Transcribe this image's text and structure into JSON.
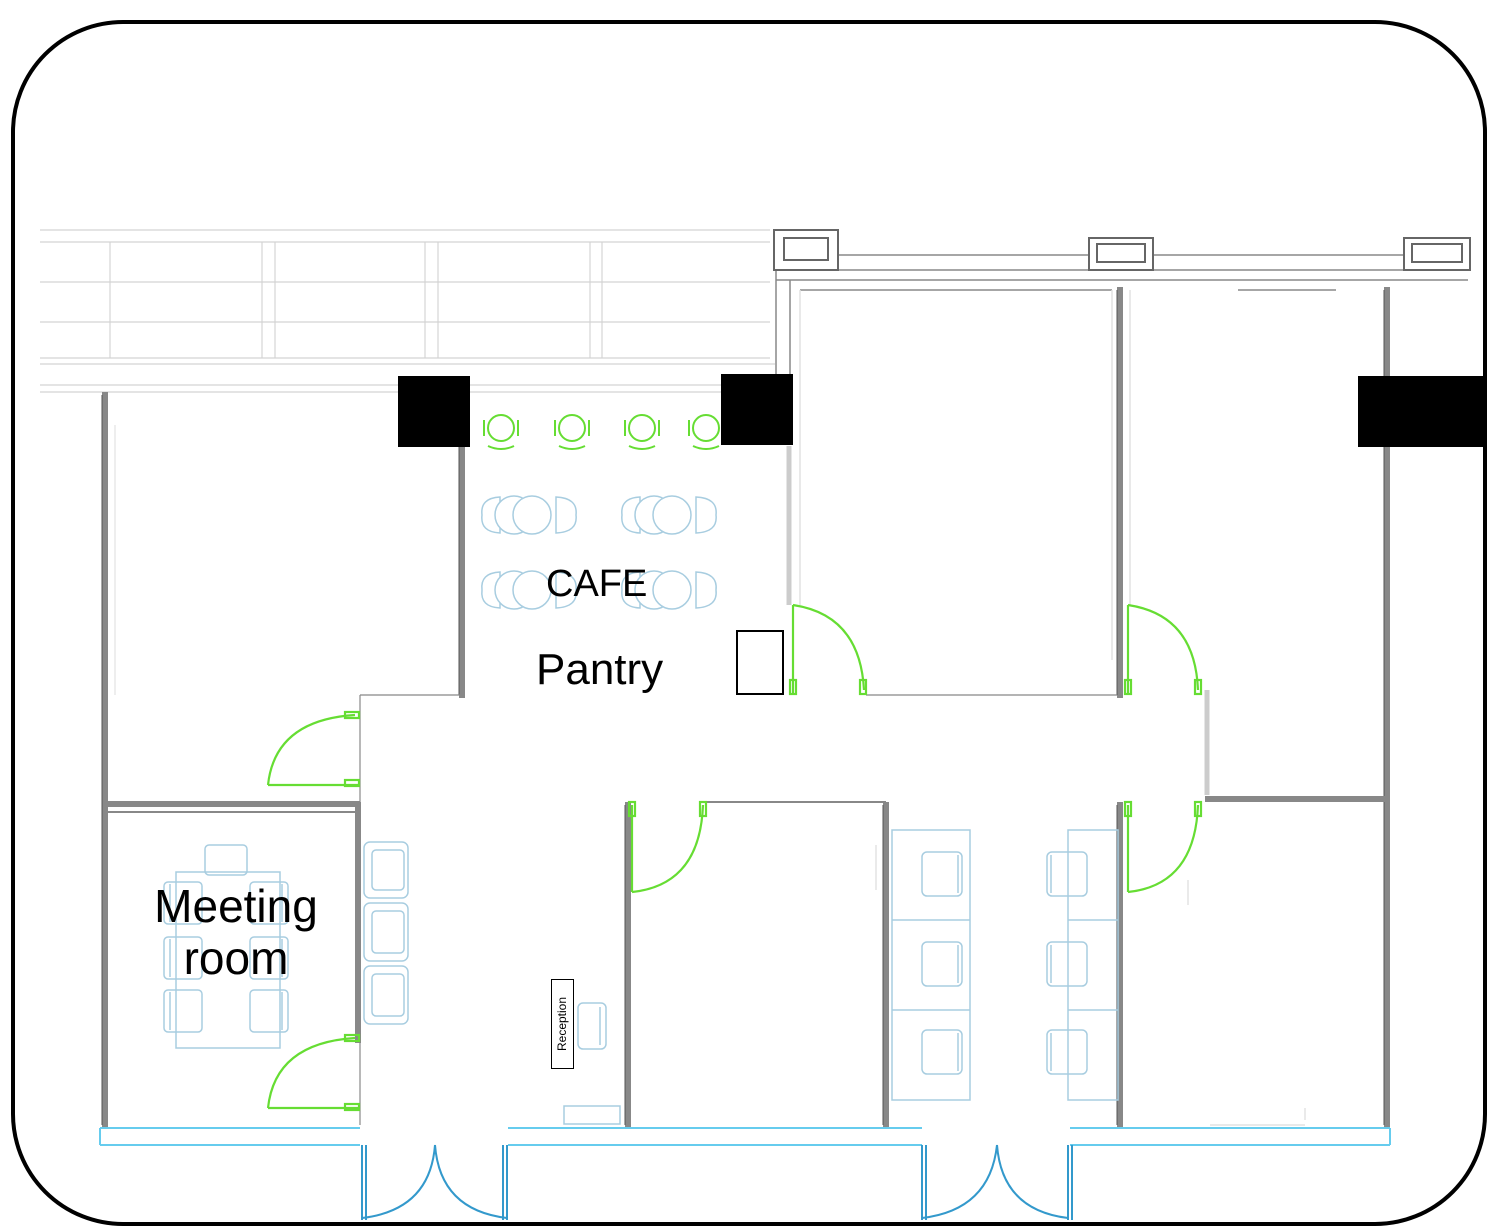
{
  "plan": {
    "rooms": {
      "cafe": "CAFE",
      "pantry": "Pantry",
      "meeting_line1": "Meeting",
      "meeting_line2": "room",
      "reception": "Reception"
    },
    "colors": {
      "frame": "#000000",
      "wall": "#888888",
      "wall_dark": "#555555",
      "partition": "#cccccc",
      "door_green": "#66dd33",
      "entrance_blue": "#3399cc",
      "window_cyan": "#66ccee",
      "furniture": "#a8cde0",
      "column": "#000000",
      "faint_line": "#d4d4d4"
    },
    "icons": [
      "column-block",
      "door-swing",
      "chair",
      "cafe-table",
      "sofa",
      "desk-workstation",
      "fridge"
    ]
  }
}
